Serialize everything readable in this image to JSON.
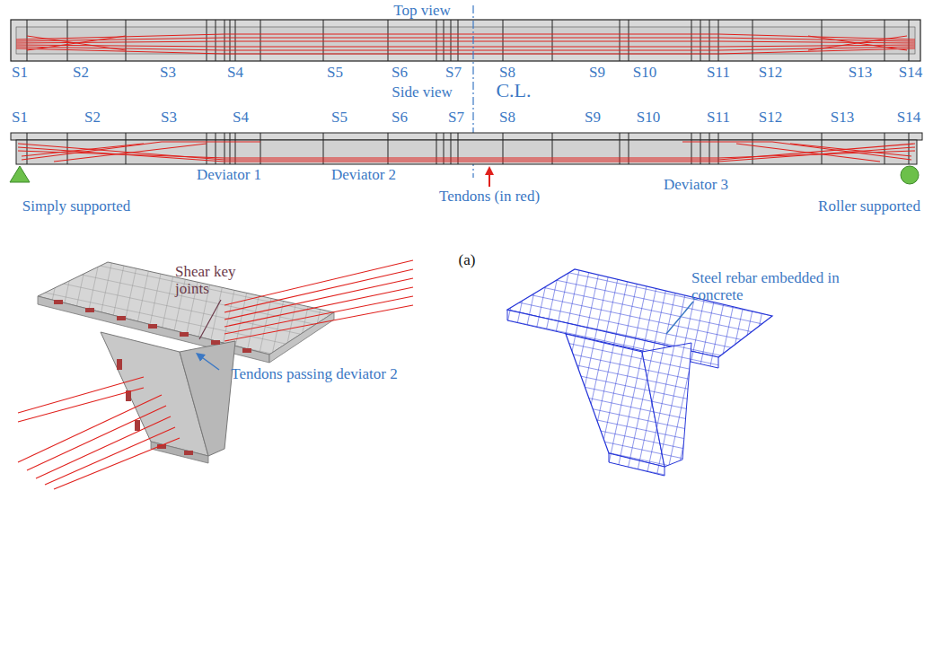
{
  "diagram": {
    "labels": [
      "Top view",
      "S1",
      "S2",
      "S3",
      "S4",
      "S5",
      "S6",
      "S7",
      "S8",
      "S9",
      "S10",
      "S11",
      "S12",
      "S13",
      "S14",
      "C.L.",
      "Side view",
      "S1",
      "S2",
      "S3",
      "S4",
      "S5",
      "S6",
      "S7",
      "S8",
      "S9",
      "S10",
      "S11",
      "S12",
      "S13",
      "S14",
      "Deviator 1",
      "Deviator 2",
      "Tendons (in red)",
      "Deviator 3",
      "Simply supported",
      "Roller supported",
      "(a)",
      "Shear key joints",
      "Tendons passing deviator 2",
      "Steel rebar embedded in concrete"
    ]
  }
}
